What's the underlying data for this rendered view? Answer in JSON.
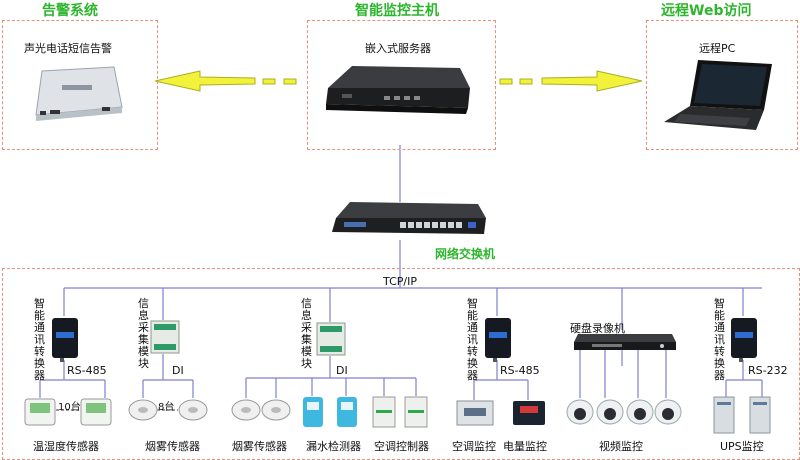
{
  "titles": {
    "alarm": "告警系统",
    "host": "智能监控主机",
    "remote": "远程Web访问"
  },
  "top": {
    "alarm_device": "声光电话短信告警",
    "server": "嵌入式服务器",
    "pc": "远程PC"
  },
  "switch_label": "网络交换机",
  "bus_label": "TCP/IP",
  "converters": {
    "label_chars": "智能通讯转换器",
    "collector_chars": "信息采集模块"
  },
  "ports": {
    "rs485_a": "RS-485",
    "di_a": "DI",
    "di_b": "DI",
    "rs485_b": "RS-485",
    "rs232": "RS-232"
  },
  "counts": {
    "temp": "10台",
    "smoke": "8台"
  },
  "nvr_label": "硬盘录像机",
  "bottom": {
    "temp_humidity": "温湿度传感器",
    "smoke_a": "烟雾传感器",
    "smoke_b": "烟雾传感器",
    "leak": "漏水检测器",
    "ac_ctrl": "空调控制器",
    "ac_mon": "空调监控",
    "power_mon": "电量监控",
    "video_mon": "视频监控",
    "ups_mon": "UPS监控"
  },
  "colors": {
    "title_green": "#2db52d",
    "dashed_border": "#e7907a",
    "link_line": "#7f7fd0",
    "arrow_fill": "#f2f23a"
  }
}
